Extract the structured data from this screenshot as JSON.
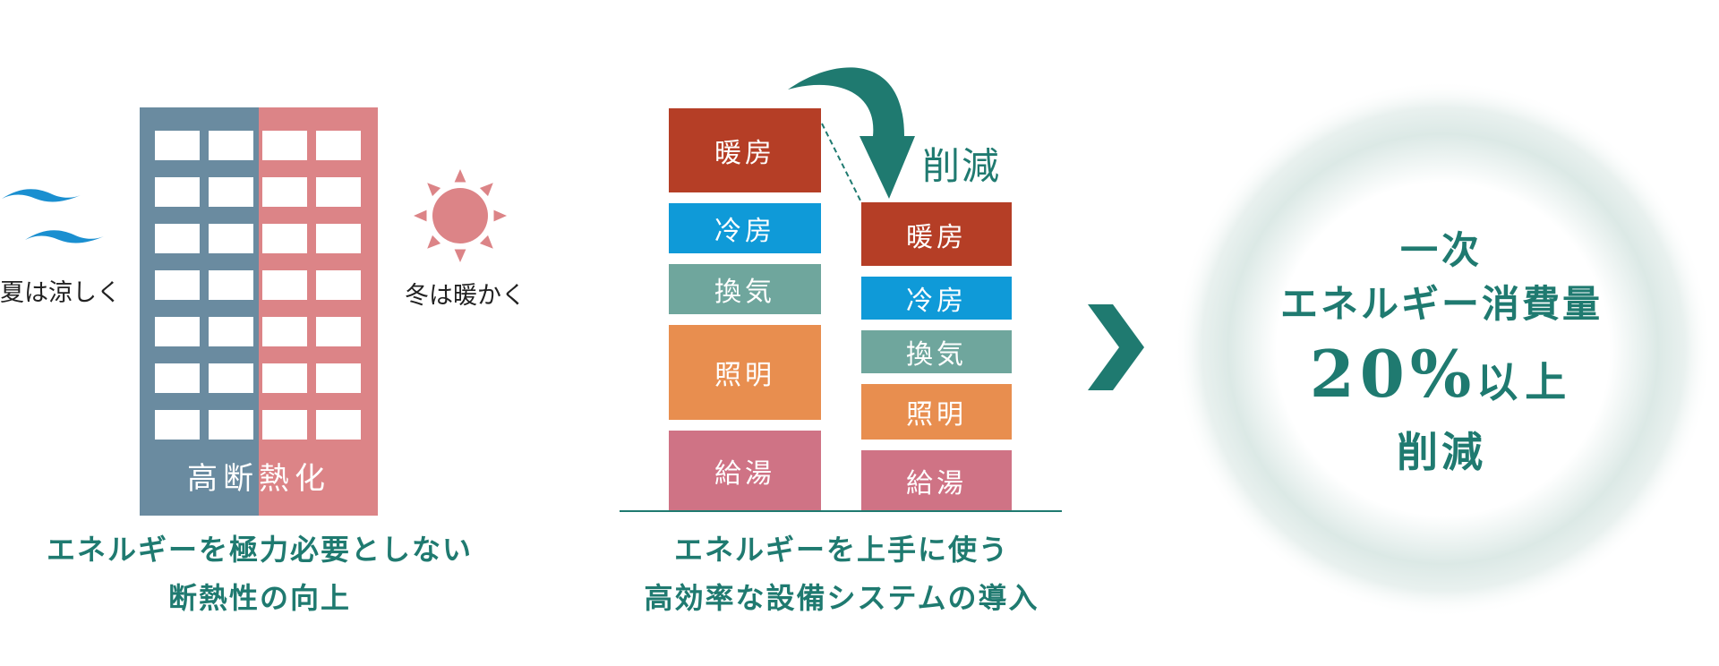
{
  "left_panel": {
    "summer_text": "夏は涼しく",
    "winter_text": "冬は暖かく",
    "building_label": "高断熱化",
    "caption_line1": "エネルギーを極力必要としない",
    "caption_line2": "断熱性の向上",
    "colors": {
      "blue_half": "#6a8ba0",
      "pink_half": "#dc8487",
      "wave": "#1a8fd0",
      "sun": "#dc8487"
    }
  },
  "middle_panel": {
    "before_blocks": [
      "暖房",
      "冷房",
      "換気",
      "照明",
      "給湯"
    ],
    "after_blocks": [
      "暖房",
      "冷房",
      "換気",
      "照明",
      "給湯"
    ],
    "block_colors": {
      "heating": "#b53e26",
      "cooling": "#0f9ad8",
      "ventilation": "#6fa69d",
      "lighting": "#e88e4f",
      "hot_water": "#cf7385"
    },
    "reduce_label": "削減",
    "caption_line1": "エネルギーを上手に使う",
    "caption_line2": "高効率な設備システムの導入",
    "accent": "#1f7a70"
  },
  "result": {
    "line1": "一次",
    "line2": "エネルギー消費量",
    "percent": "20%",
    "suffix": "以上",
    "line4": "削減"
  },
  "icons": [
    "wave-icon",
    "sun-icon",
    "curved-arrow-icon",
    "chevron-right-icon"
  ]
}
